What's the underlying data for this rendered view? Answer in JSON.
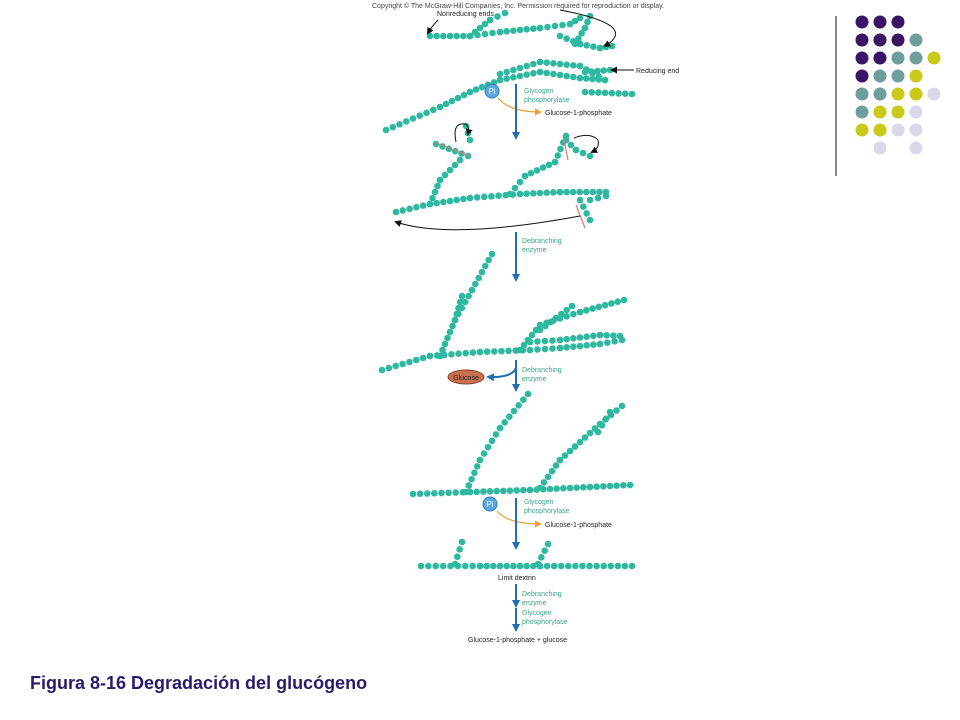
{
  "copyright": "Copyright © The McGraw-Hill Companies, Inc. Permission required for reproduction or display.",
  "labels": {
    "nonreducing_ends": "Nonreducing ends",
    "reducing_end": "Reducing end",
    "limit_dextrin": "Limit dextrin"
  },
  "phosphate_symbol": "Pi",
  "glucose_label": "Glucose",
  "steps": [
    {
      "enzyme_line1": "Glycogen",
      "enzyme_line2": "phosphorylase",
      "product": "Glucose-1-phosphate"
    },
    {
      "enzyme_line1": "Debranching",
      "enzyme_line2": "enzyme"
    },
    {
      "enzyme_line1": "Debranching",
      "enzyme_line2": "enzyme"
    },
    {
      "enzyme_line1": "Glycogen",
      "enzyme_line2": "phosphorylase",
      "product": "Glucose-1-phosphate"
    },
    {
      "enzyme_line1": "Debranching",
      "enzyme_line2": "enzyme"
    },
    {
      "enzyme_line1": "Glycogen",
      "enzyme_line2": "phosphorylase"
    }
  ],
  "final_product": "Glucose-1-phosphate + glucose",
  "title": "Figura 8-16 Degradación del glucógeno",
  "colors": {
    "glucose_unit": "#2eb8a0",
    "arrow": "#1f6fb5",
    "enzyme_text": "#3aa38a",
    "title": "#2a1a6e",
    "glucose_oval": "#c8704f",
    "phosphate_circle": "#5aa8df",
    "cut_mark": "#e07a7a",
    "palette": [
      "#3b1466",
      "#6d9e9c",
      "#c9c91a",
      "#d8d8e8"
    ]
  }
}
